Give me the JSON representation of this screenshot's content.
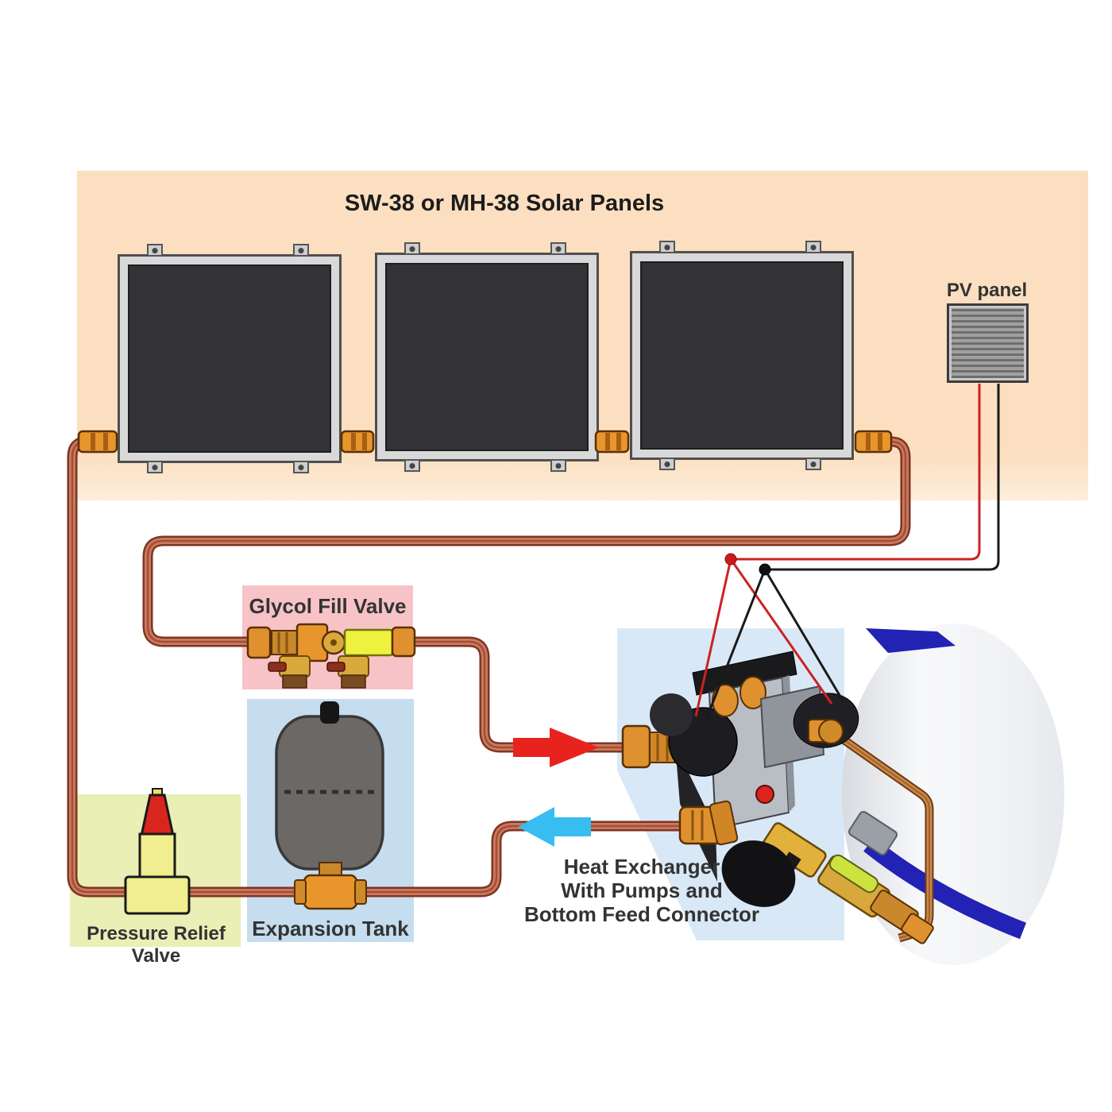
{
  "diagram": {
    "title": "SW-38 or MH-38 Solar Panels",
    "pv_panel_label": "PV panel",
    "glycol_label": "Glycol Fill Valve",
    "expansion_label": "Expansion Tank",
    "prv_label": "Pressure Relief Valve",
    "hx_label_line1": "Heat Exchanger",
    "hx_label_line2": "With Pumps and",
    "hx_label_line3": "Bottom Feed Connector",
    "solar_panel_count": 3,
    "colors": {
      "panel_area_bg": "#fbdfc0",
      "glycol_box_bg": "#f8c3c6",
      "expansion_box_bg": "#c5ddee",
      "prv_box_bg": "#e9efb5",
      "hx_backdrop_bg": "#d9e8f6",
      "pipe_copper": "#cb7a5f",
      "supply_arrow_red": "#e8231d",
      "return_arrow_cyan": "#38bdf0",
      "tank_band_blue": "#2222b4",
      "wire_red": "#cc2222",
      "wire_black": "#1a1a1a",
      "brass": "#e0912f"
    }
  }
}
